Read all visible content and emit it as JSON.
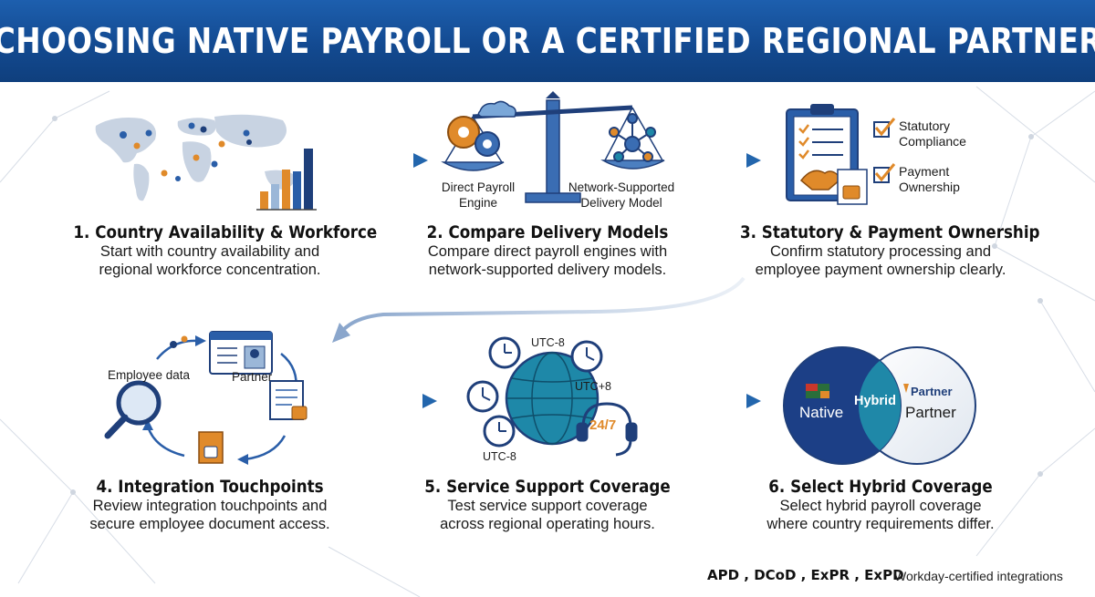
{
  "title": "CHOOSING NATIVE PAYROLL OR A CERTIFIED REGIONAL PARTNER",
  "steps": [
    {
      "title": "1. Country Availability & Workforce",
      "desc1": "Start with country availability and",
      "desc2": "regional workforce concentration."
    },
    {
      "title": "2. Compare Delivery Models",
      "desc1": "Compare direct payroll engines with",
      "desc2": "network-supported delivery models."
    },
    {
      "title": "3. Statutory & Payment Ownership",
      "desc1": "Confirm statutory processing and",
      "desc2": "employee payment ownership clearly."
    },
    {
      "title": "4. Integration Touchpoints",
      "desc1": "Review integration touchpoints and",
      "desc2": "secure employee document access."
    },
    {
      "title": "5. Service Support Coverage",
      "desc1": "Test service support coverage",
      "desc2": "across regional operating hours."
    },
    {
      "title": "6. Select Hybrid Coverage",
      "desc1": "Select hybrid payroll coverage",
      "desc2": "where country requirements differ."
    }
  ],
  "scale": {
    "left1": "Direct Payroll",
    "left2": "Engine",
    "right1": "Network-Supported",
    "right2": "Delivery Model"
  },
  "checklist": {
    "item1a": "Statutory",
    "item1b": "Compliance",
    "item2a": "Payment",
    "item2b": "Ownership"
  },
  "integration": {
    "employee_data": "Employee data",
    "partner": "Partner"
  },
  "clock": {
    "top": "UTC-8",
    "right": "UTC+8",
    "bottom": "UTC-8",
    "support": "24/7"
  },
  "venn": {
    "native": "Native",
    "hybrid": "Hybrid",
    "partner": "Partner",
    "partner_logo": "Partner"
  },
  "footer": {
    "codes": "APD , DCoD , ExPR , ExPD",
    "note": "Workday-certified integrations"
  },
  "colors": {
    "header": "#134a91",
    "navy": "#1f3f7a",
    "accent_orange": "#e08a2a",
    "arrow_blue": "#2366ad",
    "teal": "#1e88a8"
  }
}
